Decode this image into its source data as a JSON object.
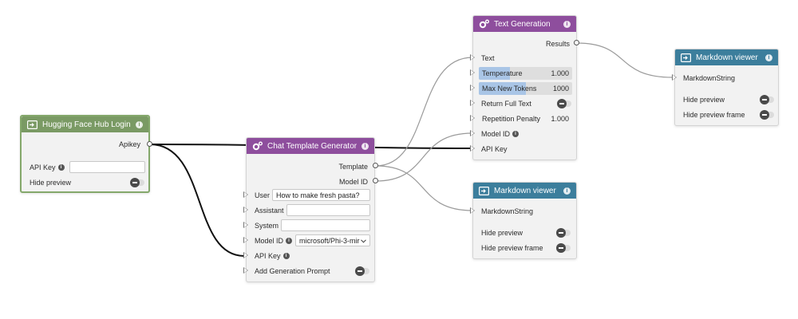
{
  "hf_login": {
    "title": "Hugging Face Hub Login",
    "info": "i",
    "output_apikey": "Apikey",
    "api_key_label": "API Key",
    "api_key_value": "",
    "hide_preview_label": "Hide preview"
  },
  "chat_template": {
    "title": "Chat Template Generator",
    "info": "i",
    "output_template": "Template",
    "output_model_id": "Model ID",
    "user_label": "User",
    "user_value": "How to make fresh pasta?",
    "assistant_label": "Assistant",
    "assistant_value": "",
    "system_label": "System",
    "system_value": "",
    "model_id_label": "Model ID",
    "model_id_value": "microsoft/Phi-3-mir",
    "api_key_label": "API Key",
    "add_generation_prompt_label": "Add Generation Prompt"
  },
  "text_generation": {
    "title": "Text Generation",
    "info": "i",
    "output_results": "Results",
    "text_label": "Text",
    "temperature_label": "Temperature",
    "temperature_value": "1.000",
    "temperature_fraction": 0.33,
    "max_tokens_label": "Max New Tokens",
    "max_tokens_value": "1000",
    "max_tokens_fraction": 0.5,
    "return_full_text_label": "Return Full Text",
    "repetition_penalty_label": "Repetition Penalty",
    "repetition_penalty_value": "1.000",
    "model_id_label": "Model ID",
    "api_key_label": "API Key"
  },
  "markdown_viewer_1": {
    "title": "Markdown viewer",
    "info": "i",
    "input_label": "MarkdownString",
    "hide_preview_label": "Hide preview",
    "hide_preview_frame_label": "Hide preview frame"
  },
  "markdown_viewer_2": {
    "title": "Markdown viewer",
    "info": "i",
    "input_label": "MarkdownString",
    "hide_preview_label": "Hide preview",
    "hide_preview_frame_label": "Hide preview frame"
  },
  "colors": {
    "login_header": "#7a9a64",
    "generator_header": "#8e4e9d",
    "viewer_header": "#3c7e9c"
  }
}
